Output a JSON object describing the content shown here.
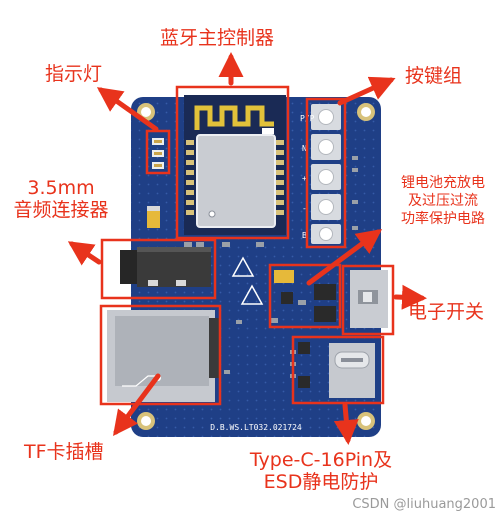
{
  "labels": {
    "mcu": "蓝牙主控制器",
    "indicator": "指示灯",
    "keys": "按键组",
    "audio_line1": "3.5mm",
    "audio_line2": "音频连接器",
    "battery_line1": "锂电池充放电",
    "battery_line2": "及过压过流",
    "battery_line3": "功率保护电路",
    "switch": "电子开关",
    "tf": "TF卡插槽",
    "typec_line1": "Type-C-16Pin及",
    "typec_line2": "ESD静电防护"
  },
  "board": {
    "model_text": "D.B.WS.LT032.021724",
    "key_silk": [
      "P/P",
      "N",
      "+",
      "-",
      "B"
    ]
  },
  "watermark": "CSDN @liuhuang2001",
  "colors": {
    "label": "#e8331c",
    "board": "#1f3f86",
    "highlight_box": "#e8331c"
  }
}
